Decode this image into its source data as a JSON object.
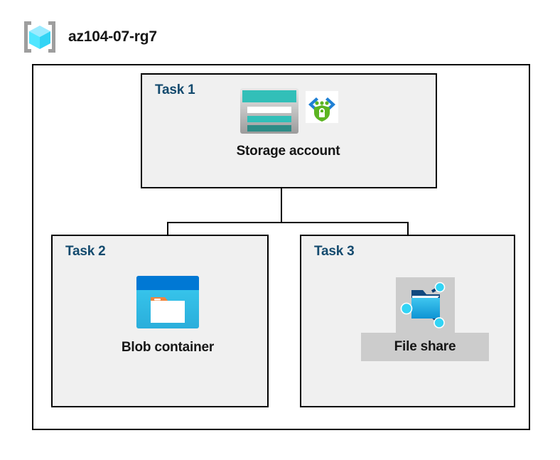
{
  "header": {
    "icon": "resource-group-icon",
    "title": "az104-07-rg7"
  },
  "container": {
    "name": "resource-group-container"
  },
  "tasks": [
    {
      "id": "task1",
      "label": "Task 1",
      "node": {
        "caption": "Storage account",
        "icons": [
          "storage-account-icon",
          "secure-endpoint-icon"
        ],
        "highlighted": false
      }
    },
    {
      "id": "task2",
      "label": "Task 2",
      "node": {
        "caption": "Blob container",
        "icons": [
          "blob-container-icon"
        ],
        "highlighted": false
      }
    },
    {
      "id": "task3",
      "label": "Task 3",
      "node": {
        "caption": "File share",
        "icons": [
          "file-share-icon"
        ],
        "highlighted": true
      }
    }
  ],
  "connectors": [
    {
      "name": "storage-to-bus-trunk"
    },
    {
      "name": "horizontal-bus"
    },
    {
      "name": "bus-to-blob-container"
    },
    {
      "name": "bus-to-file-share"
    }
  ],
  "colors": {
    "task_heading": "#134A6E",
    "task_fill": "#F0F0F0",
    "border": "#000000",
    "page_background": "#FFFFFF",
    "highlight": "#CCCCCC",
    "storage_teal": "#32BFB8",
    "storage_teal_dark": "#2E8C86",
    "blob_blue": "#0078D4",
    "blob_cyan": "#32C8F0",
    "blob_orange": "#F1843C",
    "shield_green": "#5CB522",
    "cube_cyan": "#50E6FF",
    "bracket_gray": "#9E9E9E"
  }
}
